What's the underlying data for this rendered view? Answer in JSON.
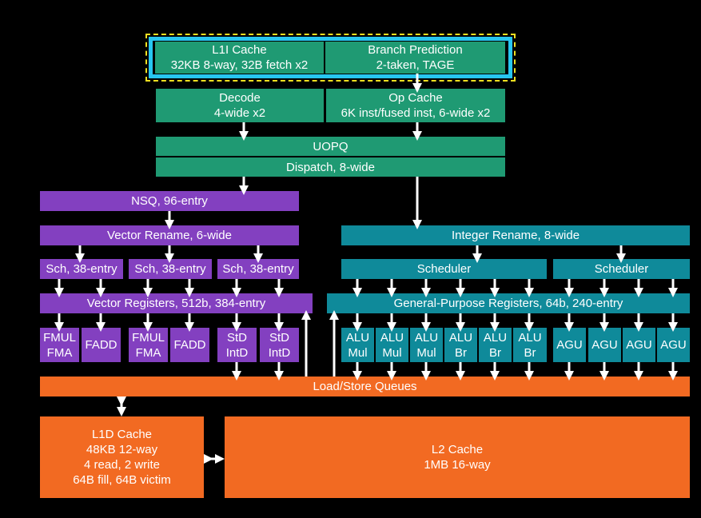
{
  "colors": {
    "frontend": "#1f9a73",
    "vector": "#8340c0",
    "integer": "#0f8a9a",
    "memory": "#f26a22",
    "highlight_outer": "#f0e020",
    "highlight_inner": "#27c6f0"
  },
  "frontend": {
    "l1i": {
      "title": "L1I Cache",
      "detail": "32KB 8-way, 32B fetch x2"
    },
    "branch": {
      "title": "Branch Prediction",
      "detail": "2-taken, TAGE"
    },
    "decode": {
      "title": "Decode",
      "detail": "4-wide x2"
    },
    "opcache": {
      "title": "Op Cache",
      "detail": "6K inst/fused inst, 6-wide x2"
    },
    "uopq": "UOPQ",
    "dispatch": "Dispatch, 8-wide"
  },
  "vector": {
    "nsq": "NSQ, 96-entry",
    "rename": "Vector Rename, 6-wide",
    "schedulers": [
      "Sch, 38-entry",
      "Sch, 38-entry",
      "Sch, 38-entry"
    ],
    "registers": "Vector Registers, 512b, 384-entry",
    "units": [
      [
        "FMUL",
        "FMA"
      ],
      [
        "FADD"
      ],
      [
        "FMUL",
        "FMA"
      ],
      [
        "FADD"
      ],
      [
        "StD",
        "IntD"
      ],
      [
        "StD",
        "IntD"
      ]
    ]
  },
  "integer": {
    "rename": "Integer Rename, 8-wide",
    "schedulers": [
      "Scheduler",
      "Scheduler"
    ],
    "registers": "General-Purpose Registers, 64b, 240-entry",
    "alus": [
      [
        "ALU",
        "Mul"
      ],
      [
        "ALU",
        "Mul"
      ],
      [
        "ALU",
        "Mul"
      ],
      [
        "ALU",
        "Br"
      ],
      [
        "ALU",
        "Br"
      ],
      [
        "ALU",
        "Br"
      ]
    ],
    "agus": [
      "AGU",
      "AGU",
      "AGU",
      "AGU"
    ]
  },
  "memory": {
    "lsq": "Load/Store Queues",
    "l1d": [
      "L1D Cache",
      "48KB 12-way",
      "4 read, 2 write",
      "64B fill, 64B victim"
    ],
    "l2": [
      "L2 Cache",
      "1MB 16-way"
    ]
  }
}
